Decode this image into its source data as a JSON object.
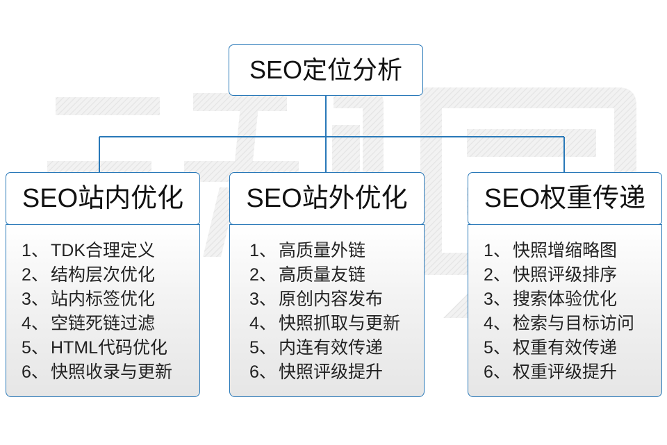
{
  "diagram": {
    "root": {
      "title": "SEO定位分析"
    },
    "columns": [
      {
        "title": "SEO站内优化",
        "items": [
          {
            "num": "1、",
            "text": "TDK合理定义"
          },
          {
            "num": "2、",
            "text": "结构层次优化"
          },
          {
            "num": "3、",
            "text": "站内标签优化"
          },
          {
            "num": "4、",
            "text": "空链死链过滤"
          },
          {
            "num": "5、",
            "text": "HTML代码优化"
          },
          {
            "num": "6、",
            "text": "快照收录与更新"
          }
        ]
      },
      {
        "title": "SEO站外优化",
        "items": [
          {
            "num": "1、",
            "text": "高质量外链"
          },
          {
            "num": "2、",
            "text": "高质量友链"
          },
          {
            "num": "3、",
            "text": "原创内容发布"
          },
          {
            "num": "4、",
            "text": "快照抓取与更新"
          },
          {
            "num": "5、",
            "text": "内连有效传递"
          },
          {
            "num": "6、",
            "text": "快照评级提升"
          }
        ]
      },
      {
        "title": "SEO权重传递",
        "items": [
          {
            "num": "1、",
            "text": "快照增缩略图"
          },
          {
            "num": "2、",
            "text": "快照评级排序"
          },
          {
            "num": "3、",
            "text": "搜索体验优化"
          },
          {
            "num": "4、",
            "text": "检索与目标访问"
          },
          {
            "num": "5、",
            "text": "权重有效传递"
          },
          {
            "num": "6、",
            "text": "权重评级提升"
          }
        ]
      }
    ]
  },
  "watermark": {
    "text": "云无限"
  },
  "colors": {
    "border": "#2878b8",
    "connector": "#2878b8",
    "text": "#222222",
    "title_text": "#111111",
    "background": "#ffffff",
    "body_gradient_top": "#ffffff",
    "body_gradient_bottom": "#e6e6e6",
    "watermark": "#ededed"
  }
}
